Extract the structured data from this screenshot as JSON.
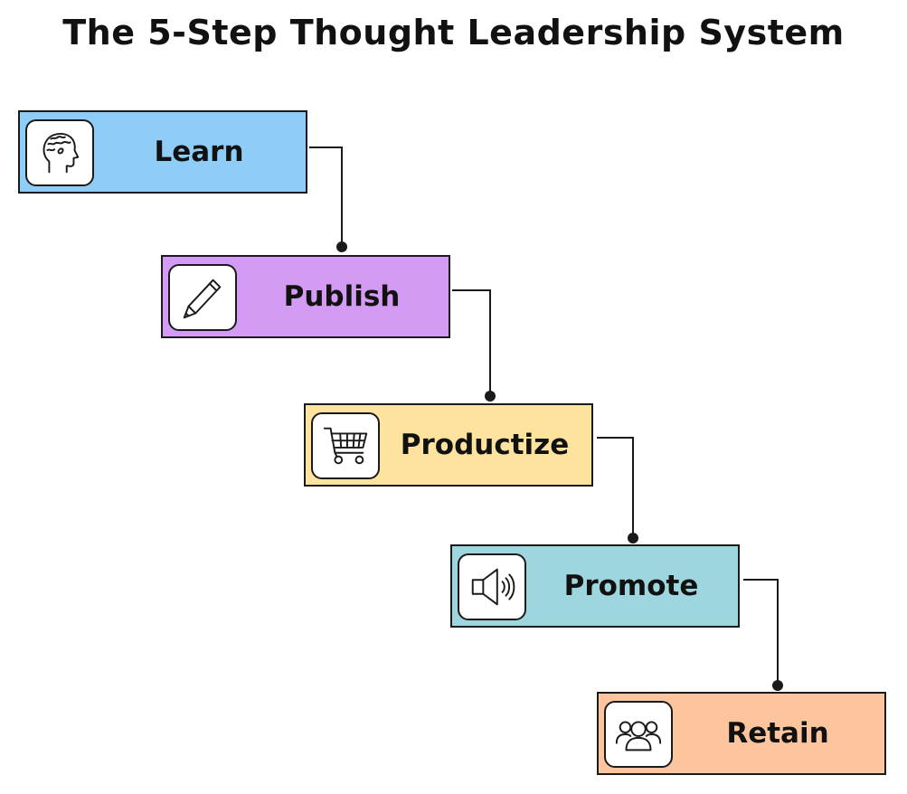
{
  "title": "The 5-Step Thought Leadership System",
  "steps": [
    {
      "label": "Learn",
      "icon": "head-profile-icon",
      "color": "#8ecdf8"
    },
    {
      "label": "Publish",
      "icon": "pencil-icon",
      "color": "#d39bf4"
    },
    {
      "label": "Productize",
      "icon": "shopping-cart-icon",
      "color": "#fde39d"
    },
    {
      "label": "Promote",
      "icon": "speaker-icon",
      "color": "#9ed6df"
    },
    {
      "label": "Retain",
      "icon": "users-group-icon",
      "color": "#fdc59d"
    }
  ]
}
